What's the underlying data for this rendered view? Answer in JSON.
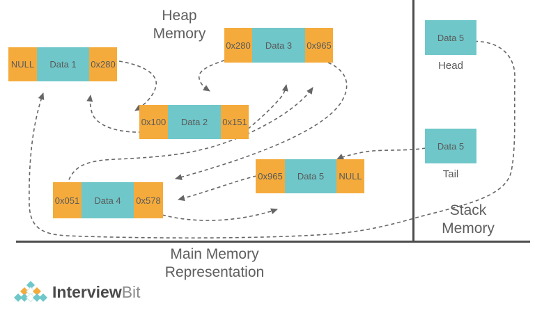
{
  "titles": {
    "heap_line1": "Heap",
    "heap_line2": "Memory",
    "stack_line1": "Stack",
    "stack_line2": "Memory",
    "main_line1": "Main Memory",
    "main_line2": "Representation"
  },
  "heap_nodes": [
    {
      "name": "node-1",
      "prev": "NULL",
      "data": "Data 1",
      "next": "0x280"
    },
    {
      "name": "node-2",
      "prev": "0x100",
      "data": "Data 2",
      "next": "0x151"
    },
    {
      "name": "node-3",
      "prev": "0x280",
      "data": "Data 3",
      "next": "0x965"
    },
    {
      "name": "node-4",
      "prev": "0x051",
      "data": "Data 4",
      "next": "0x578"
    },
    {
      "name": "node-5",
      "prev": "0x965",
      "data": "Data 5",
      "next": "NULL"
    }
  ],
  "stack": {
    "head_box": "Data 5",
    "head_label": "Head",
    "tail_box": "Data 5",
    "tail_label": "Tail"
  },
  "arrows": [
    {
      "from": "node-1.next",
      "to": "node-2"
    },
    {
      "from": "node-2.prev",
      "to": "node-1"
    },
    {
      "from": "node-3.prev",
      "to": "node-2"
    },
    {
      "from": "node-2.next",
      "to": "node-3"
    },
    {
      "from": "node-4.prev",
      "to": "node-3"
    },
    {
      "from": "node-3.next",
      "to": "node-4"
    },
    {
      "from": "node-5.prev",
      "to": "node-4"
    },
    {
      "from": "node-4.next",
      "to": "node-5"
    },
    {
      "from": "stack-tail",
      "to": "node-5"
    },
    {
      "from": "stack-head",
      "to": "node-1"
    }
  ],
  "logo": {
    "brand_bold": "Interview",
    "brand_light": "Bit"
  },
  "colors": {
    "pointer_cell_orange": "#F5AB3C",
    "data_cell_teal": "#6FC7C9",
    "memory_line": "#4D4D4D",
    "arrow_gray": "#666666",
    "text_gray": "#595959"
  }
}
